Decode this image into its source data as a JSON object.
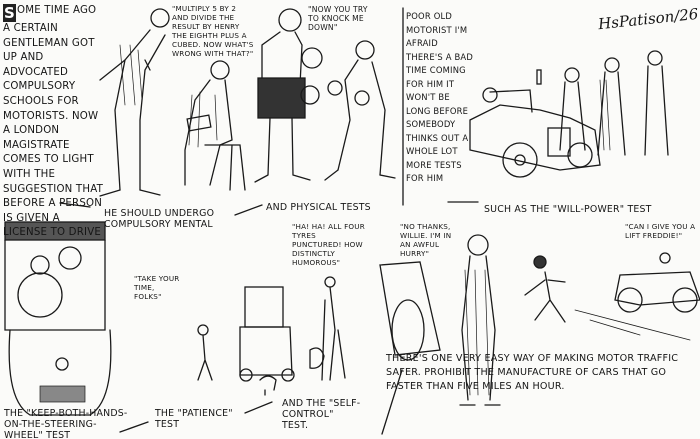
{
  "intro": {
    "drop_cap": "S",
    "text": "ome time ago a certain gentleman got up and advocated compulsory schools for motorists. Now a London magistrate comes to light with the suggestion that before a person is given a license to drive"
  },
  "panels": {
    "mental": {
      "speech": "\"Multiply 5 by 2 and divide the result by Henry the Eighth plus a cubed. Now what's wrong with that?\"",
      "caption": "He should undergo compulsory mental"
    },
    "physical": {
      "speech": "\"Now you try to knock me down\"",
      "caption": "And physical tests"
    },
    "willpower": {
      "side_text": "Poor old motorist I'm afraid there's a bad time coming for him it won't be long before somebody thinks out a whole lot more tests for him",
      "caption": "Such as the \"Will-Power\" test"
    },
    "steering": {
      "caption": "The \"Keep-both-hands-on-the-steering-wheel\" test"
    },
    "patience": {
      "speech": "\"Take your time, folks\"",
      "caption": "The \"Patience\" test"
    },
    "selfcontrol": {
      "speech": "\"Ha! Ha! All four tyres punctured! How distinctly humorous\"",
      "caption": "And the \"Self-control\" test."
    },
    "lift": {
      "speech_walker": "\"No thanks, Willie. I'm in an awful hurry\"",
      "speech_driver": "\"Can I give you a lift Freddie!\""
    },
    "conclusion": {
      "text": "There's one very easy way of making motor traffic safer. Prohibit the manufacture of cars that go faster than five miles an hour."
    }
  },
  "signature": "HsPatison/26"
}
